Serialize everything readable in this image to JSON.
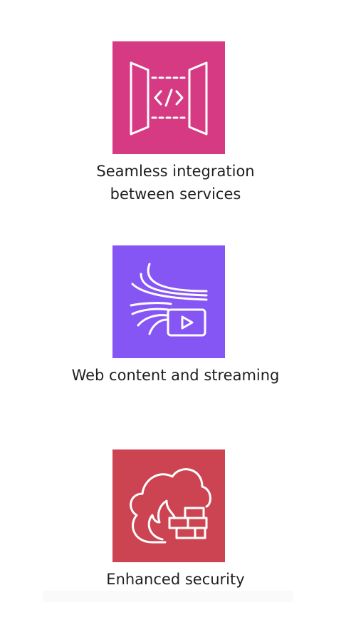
{
  "features": [
    {
      "icon": "api-gateway-icon",
      "color": "#d63a83",
      "caption_lines": [
        "Seamless integration",
        "between services"
      ]
    },
    {
      "icon": "streaming-icon",
      "color": "#8656f5",
      "caption_lines": [
        "Web content and streaming"
      ]
    },
    {
      "icon": "firewall-icon",
      "color": "#cc4452",
      "caption_lines": [
        "Enhanced security"
      ]
    }
  ]
}
